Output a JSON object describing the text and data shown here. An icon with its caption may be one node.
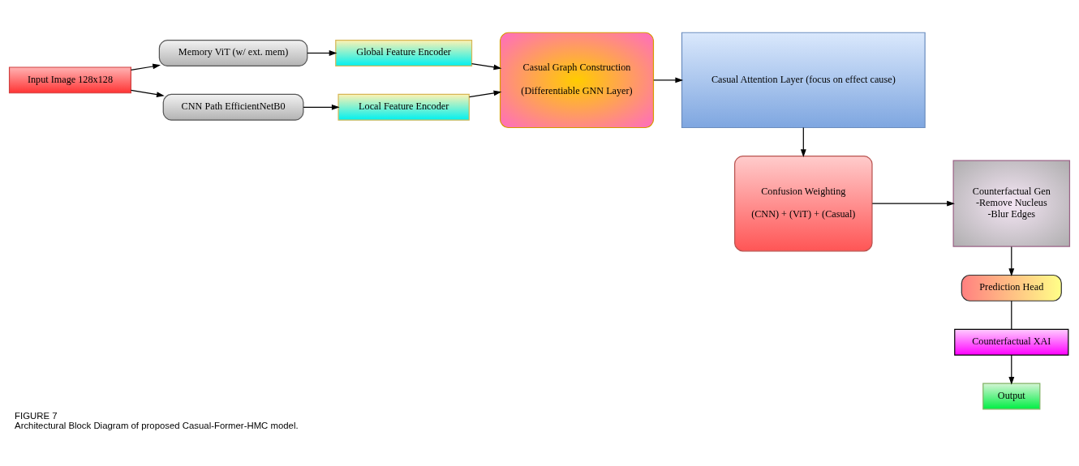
{
  "diagram": {
    "title": "FIGURE 7",
    "caption": "Architectural Block Diagram of proposed Casual-Former-HMC model.",
    "nodes": [
      {
        "text": [
          "Input Image 128x128"
        ]
      },
      {
        "text": [
          "Memory ViT (w/ ext. mem)"
        ]
      },
      {
        "text": [
          "CNN Path EfficientNetB0"
        ]
      },
      {
        "text": [
          "Global Feature Encoder"
        ]
      },
      {
        "text": [
          "Local Feature Encoder"
        ]
      },
      {
        "text": [
          "Casual Graph Construction",
          "(Differentiable GNN Layer)"
        ]
      },
      {
        "text": [
          "Casual Attention Layer (focus on effect cause)"
        ]
      },
      {
        "text": [
          "Confusion Weighting",
          "(CNN) + (ViT) + (Casual)"
        ]
      },
      {
        "text": [
          "Counterfactual Gen",
          "-Remove Nucleus",
          "-Blur Edges"
        ]
      },
      {
        "text": [
          "Prediction Head"
        ]
      },
      {
        "text": [
          "Counterfactual XAI"
        ]
      },
      {
        "text": [
          "Output"
        ]
      }
    ],
    "edges": [
      {
        "from": 0,
        "to": 1,
        "arrow": "to"
      },
      {
        "from": 0,
        "to": 2,
        "arrow": "to"
      },
      {
        "from": 1,
        "to": 3,
        "arrow": "to"
      },
      {
        "from": 2,
        "to": 4,
        "arrow": "to"
      },
      {
        "from": 3,
        "to": 5,
        "arrow": "to"
      },
      {
        "from": 4,
        "to": 5,
        "arrow": "to"
      },
      {
        "from": 5,
        "to": 6,
        "arrow": "to"
      },
      {
        "from": 6,
        "to": 7,
        "arrow": "to"
      },
      {
        "from": 7,
        "to": 8,
        "arrow": "to"
      },
      {
        "from": 8,
        "to": 9,
        "arrow": "to"
      },
      {
        "from": 9,
        "to": 10,
        "arrow": "none"
      },
      {
        "from": 10,
        "to": 11,
        "arrow": "to"
      }
    ]
  }
}
